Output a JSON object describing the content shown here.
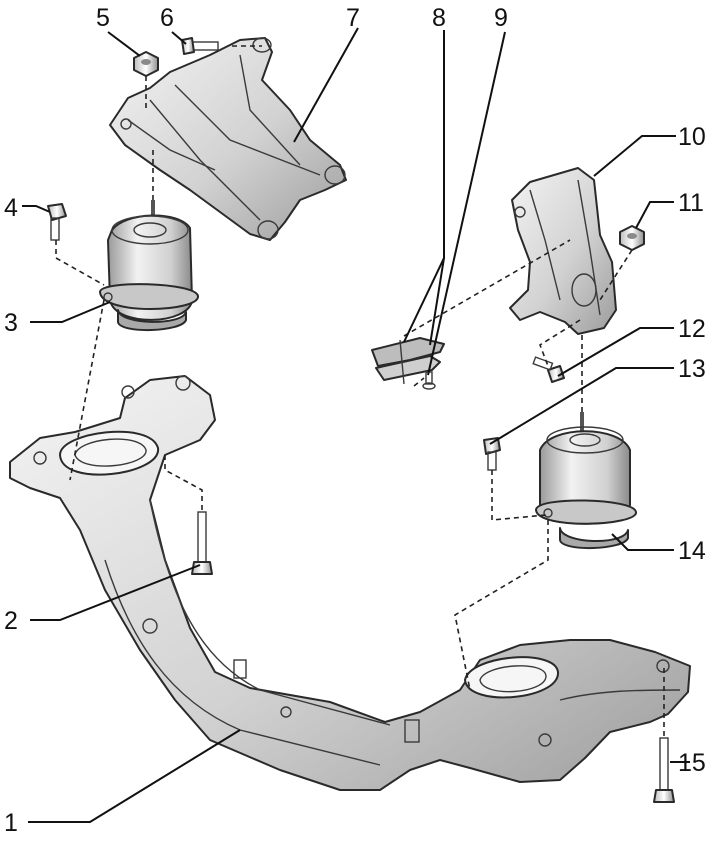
{
  "callouts": [
    "1",
    "2",
    "3",
    "4",
    "5",
    "6",
    "7",
    "8",
    "9",
    "10",
    "11",
    "12",
    "13",
    "14",
    "15"
  ],
  "colors": {
    "part_light": "#ececec",
    "part_mid": "#c9c9c9",
    "part_dark": "#8e8e8e",
    "line": "#111111"
  }
}
